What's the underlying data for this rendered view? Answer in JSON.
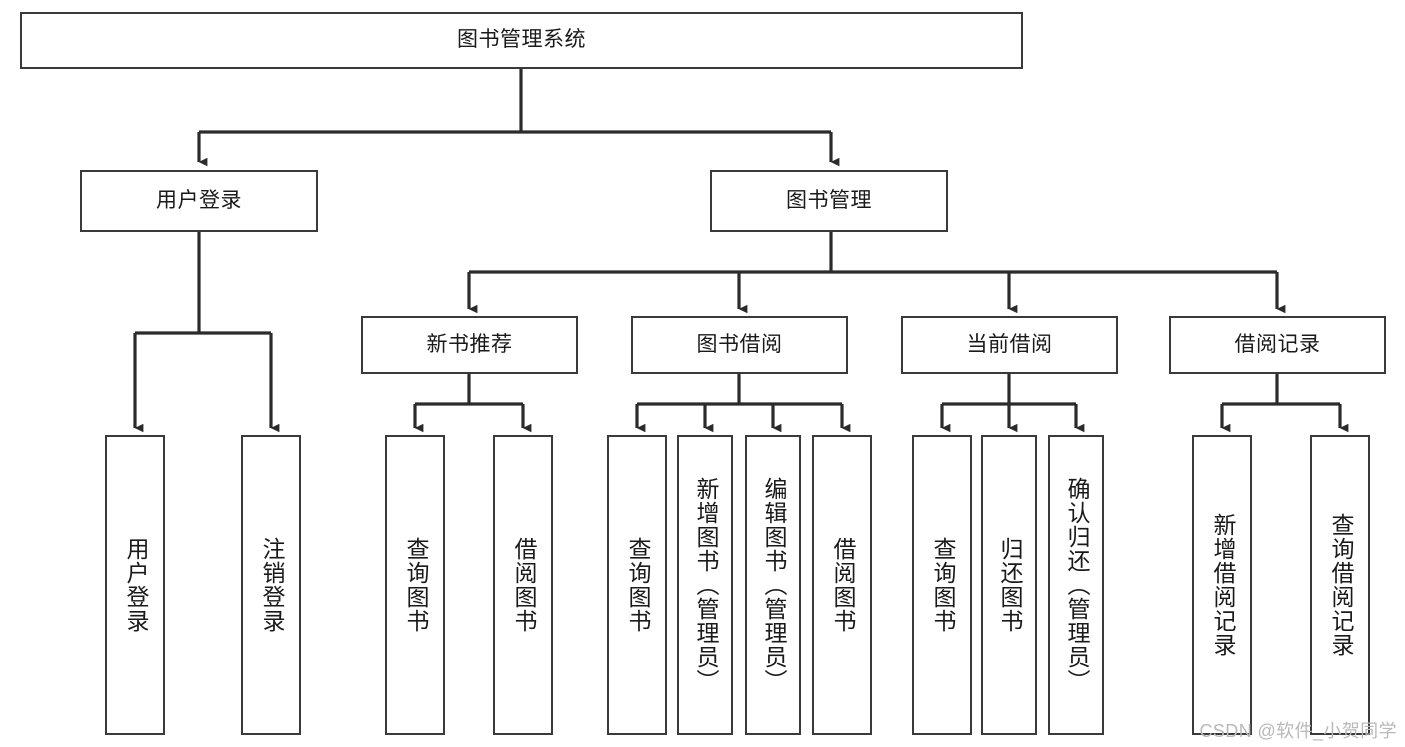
{
  "diagram": {
    "title": "图书管理系统",
    "type": "tree-hierarchy-chart",
    "watermark": "CSDN @软件_小贺同学",
    "colors": {
      "node_border": "#3a3a3a",
      "node_fill": "#ffffff",
      "edge": "#2b2b2b",
      "text": "#1a1a1a",
      "watermark": "#b9b9b9",
      "background": "#ffffff"
    },
    "root": {
      "id": "root",
      "label": "图书管理系统"
    },
    "level2": [
      {
        "id": "user-login",
        "label": "用户登录"
      },
      {
        "id": "book-manage",
        "label": "图书管理"
      }
    ],
    "level3": [
      {
        "id": "new-book-rec",
        "label": "新书推荐",
        "parent": "book-manage"
      },
      {
        "id": "book-borrow",
        "label": "图书借阅",
        "parent": "book-manage"
      },
      {
        "id": "current-borrow",
        "label": "当前借阅",
        "parent": "book-manage"
      },
      {
        "id": "borrow-record",
        "label": "借阅记录",
        "parent": "book-manage"
      }
    ],
    "leaves": [
      {
        "id": "leaf-user-login",
        "label": "用户登录",
        "parent": "user-login"
      },
      {
        "id": "leaf-user-logout",
        "label": "注销登录",
        "parent": "user-login"
      },
      {
        "id": "leaf-query-book-1",
        "label": "查询图书",
        "parent": "new-book-rec"
      },
      {
        "id": "leaf-borrow-book-1",
        "label": "借阅图书",
        "parent": "new-book-rec"
      },
      {
        "id": "leaf-query-book-2",
        "label": "查询图书",
        "parent": "book-borrow"
      },
      {
        "id": "leaf-add-book",
        "label": "新增图书（管理员）",
        "parent": "book-borrow"
      },
      {
        "id": "leaf-edit-book",
        "label": "编辑图书（管理员）",
        "parent": "book-borrow"
      },
      {
        "id": "leaf-borrow-book-2",
        "label": "借阅图书",
        "parent": "book-borrow"
      },
      {
        "id": "leaf-query-book-3",
        "label": "查询图书",
        "parent": "current-borrow"
      },
      {
        "id": "leaf-return-book",
        "label": "归还图书",
        "parent": "current-borrow"
      },
      {
        "id": "leaf-confirm-return",
        "label": "确认归还（管理员）",
        "parent": "current-borrow"
      },
      {
        "id": "leaf-add-record",
        "label": "新增借阅记录",
        "parent": "borrow-record"
      },
      {
        "id": "leaf-query-record",
        "label": "查询借阅记录",
        "parent": "borrow-record"
      }
    ]
  }
}
